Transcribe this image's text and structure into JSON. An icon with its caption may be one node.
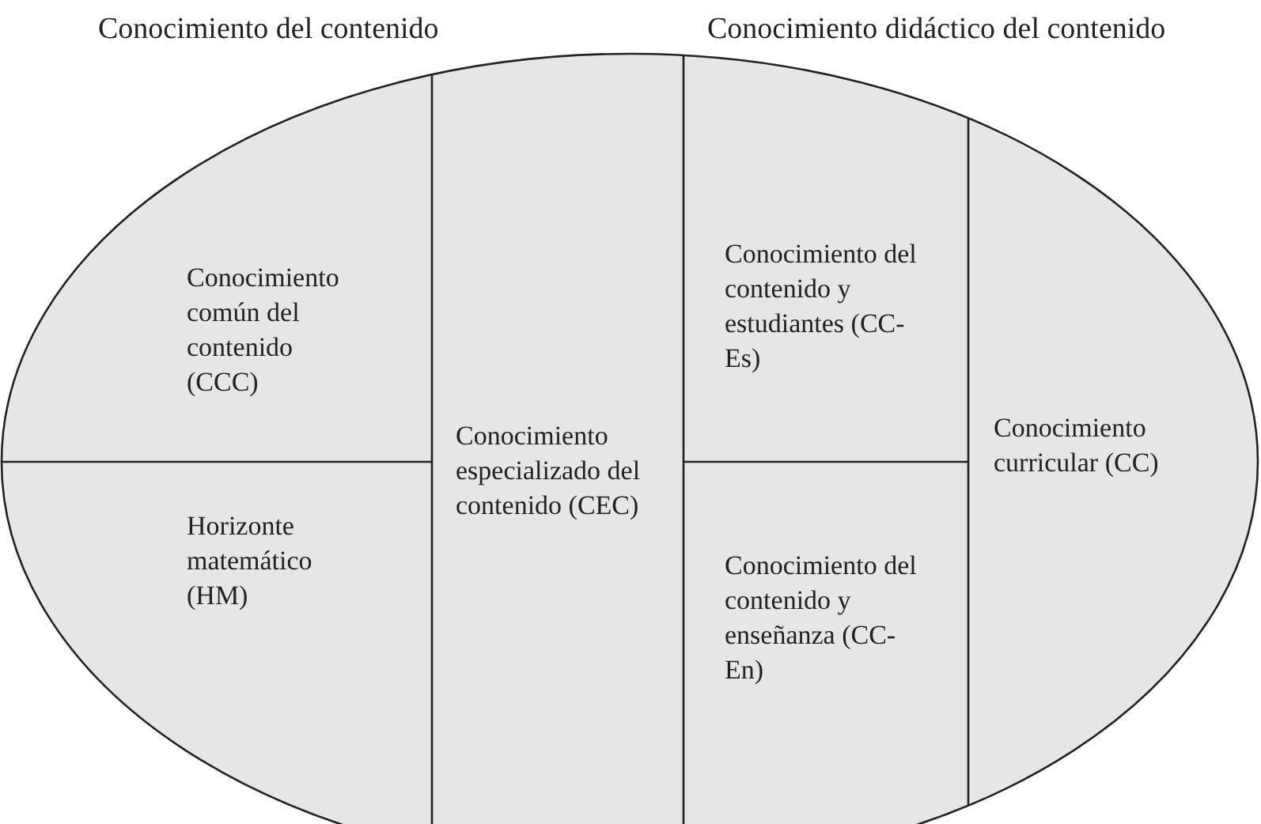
{
  "diagram": {
    "nodes": [
      {
        "text": [
          "Conocimiento común del contenido (CCC)"
        ]
      },
      {
        "text": [
          "Horizonte matemático (HM)"
        ]
      },
      {
        "text": [
          "Conocimiento especializado del contenido (CEC)"
        ]
      },
      {
        "text": [
          "Conocimiento del contenido y estudiantes (CC-Es)"
        ]
      },
      {
        "text": [
          "Conocimiento del contenido y enseñanza (CC-En)"
        ]
      },
      {
        "text": [
          "Conocimiento curricular (CC)"
        ]
      }
    ],
    "edges": [],
    "labels": [
      "Conocimiento del contenido",
      "Conocimiento didáctico del contenido"
    ]
  }
}
